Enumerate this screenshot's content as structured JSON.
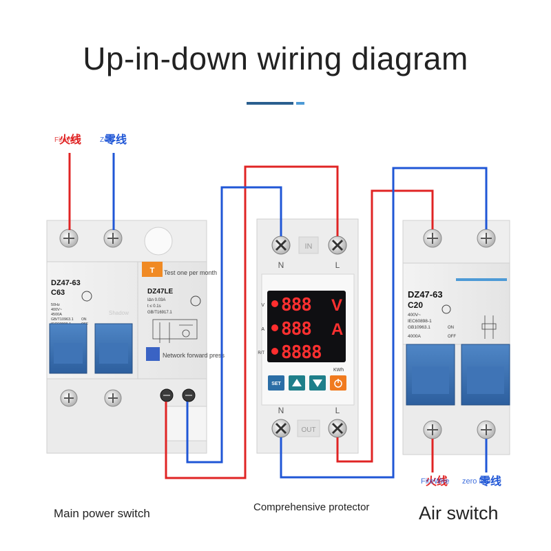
{
  "title": "Up-in-down wiring diagram",
  "accent": {
    "dark": "#2a5f8f",
    "light": "#4d9ad6"
  },
  "wire_colors": {
    "fire": "#e02424",
    "zero": "#1f56d6"
  },
  "top_labels": {
    "fire_cn": "火线",
    "fire_en": "FireWire",
    "zero_cn": "零线",
    "zero_en": "Zero"
  },
  "bottom_labels": {
    "fire_cn": "火线",
    "fire_en": "FireWire",
    "zero_cn": "零线",
    "zero_en": "zero line"
  },
  "main_breaker": {
    "model": "DZ47-63",
    "rating": "C63",
    "spec_lines": [
      "50Hz",
      "400V~",
      "4500A",
      "GB/T10963.1",
      "IEC60898-1"
    ],
    "on_label": "ON",
    "off_label": "OFF",
    "shadow": "Shadow",
    "leakage_model": "DZ47LE",
    "leakage_specs": [
      "IΔn 0.03A",
      "t ≤ 0.1s",
      "GB/T16917.1"
    ],
    "test_note": "Test one per month",
    "test_button_letter": "T",
    "network_note": "Network forward press"
  },
  "protector": {
    "in_label": "IN",
    "out_label": "OUT",
    "terminal_n": "N",
    "terminal_l": "L",
    "rows": [
      {
        "label": "V",
        "digits": "888",
        "unit": "V"
      },
      {
        "label": "A",
        "digits": "888",
        "unit": "A"
      },
      {
        "label": "R/T",
        "digits": "8888",
        "unit": ""
      }
    ],
    "energy_unit": "KWh",
    "set_label": "SET"
  },
  "air_switch": {
    "model": "DZ47-63",
    "rating": "C20",
    "spec_lines": [
      "400V~",
      "IEC60898-1",
      "GB10963.1",
      "4000A"
    ],
    "on_label": "ON",
    "off_label": "OFF"
  },
  "captions": {
    "main": "Main power switch",
    "protector": "Comprehensive protector",
    "air": "Air switch"
  }
}
